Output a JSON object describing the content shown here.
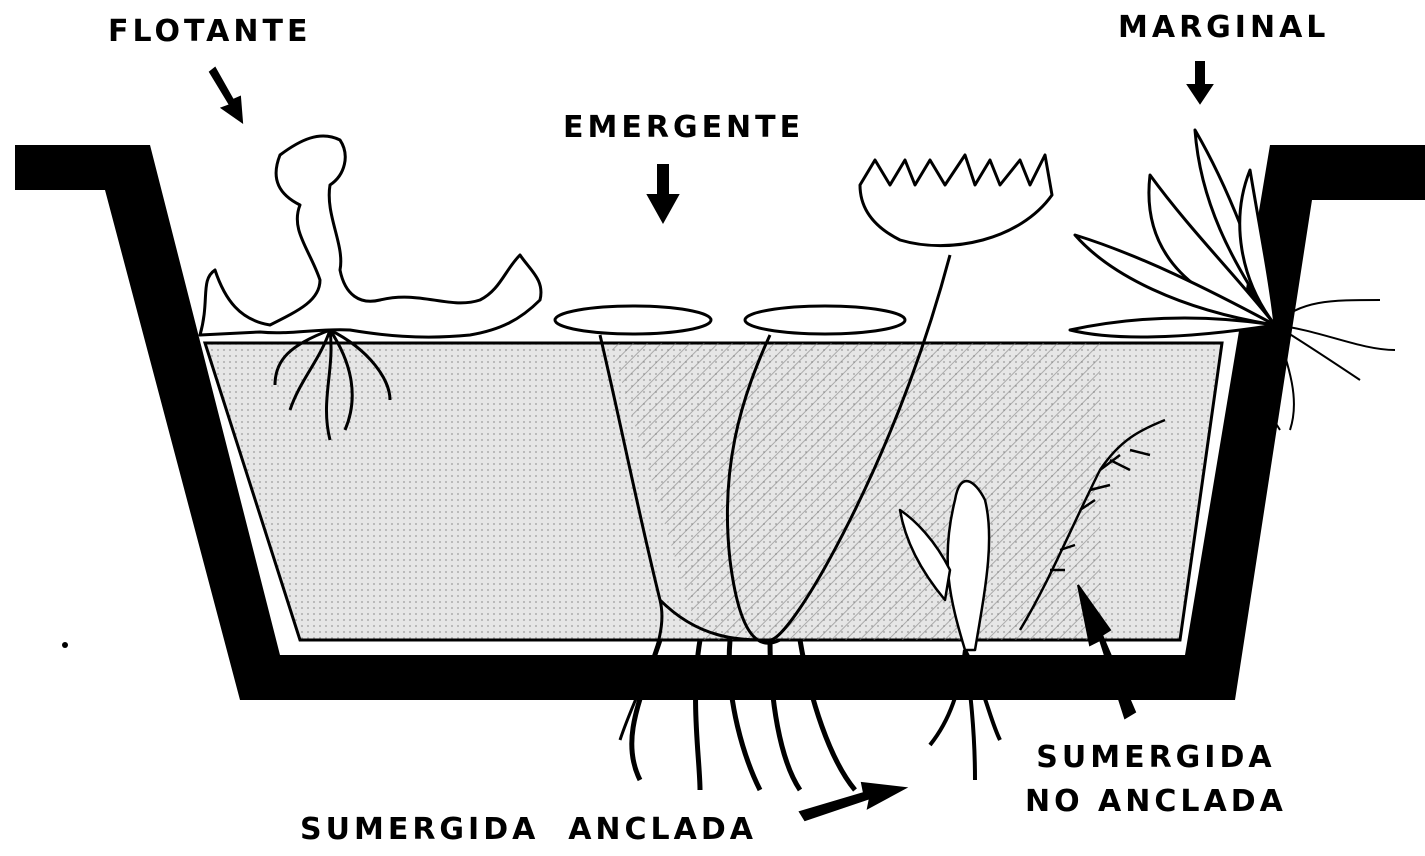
{
  "labels": {
    "flotante": "FLOTANTE",
    "marginal": "MARGINAL",
    "emergente": "EMERGENTE",
    "sumergida_no_anclada_line1": "SUMERGIDA",
    "sumergida_no_anclada_line2": "NO ANCLADA",
    "sumergida_anclada": "SUMERGIDA  ANCLADA"
  },
  "colors": {
    "ink": "#000000",
    "paper": "#ffffff",
    "water": "#d9d9d9",
    "hatch": "#7a7a7a"
  }
}
